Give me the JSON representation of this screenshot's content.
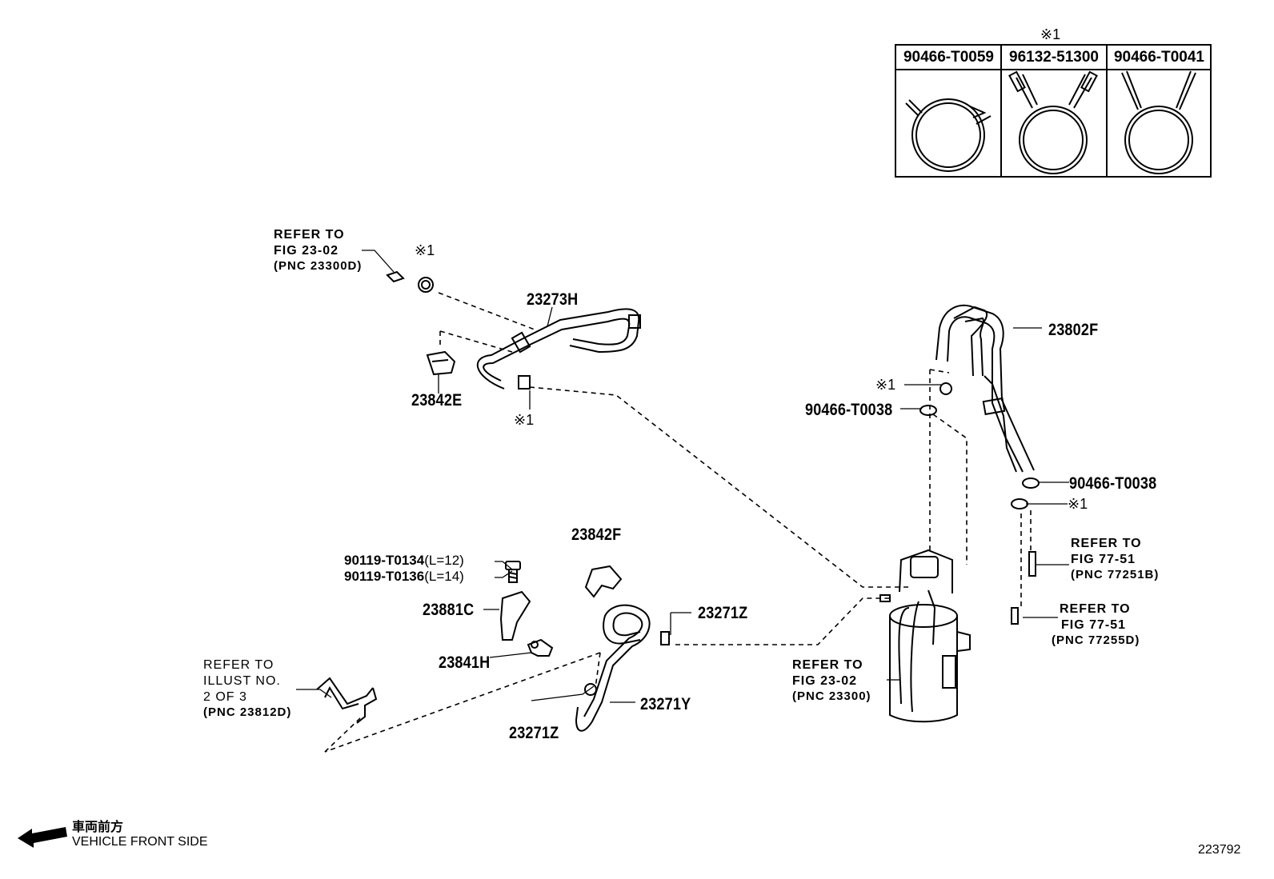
{
  "clamp_table": {
    "note": "※1",
    "columns": [
      {
        "part_no": "90466-T0059",
        "icon": "clamp-icon-spring-overlap"
      },
      {
        "part_no": "96132-51300",
        "icon": "clamp-icon-wire-handles"
      },
      {
        "part_no": "90466-T0041",
        "icon": "clamp-icon-wire-open"
      }
    ]
  },
  "labels": {
    "refer_23_02_pnc_23300d": {
      "l1": "REFER TO",
      "l2": "FIG 23-02",
      "l3": "(PNC 23300D)"
    },
    "mark_a": "※1",
    "p23273h": "23273H",
    "p23842e": "23842E",
    "mark_b": "※1",
    "p23802f": "23802F",
    "mark_c": "※1",
    "p90466_t0038_a": "90466-T0038",
    "p90466_t0038_b": "90466-T0038",
    "mark_d": "※1",
    "refer_77_51_b": {
      "l1": "REFER TO",
      "l2": "FIG 77-51",
      "l3": "(PNC 77251B)"
    },
    "refer_77_51_d": {
      "l1": "REFER TO",
      "l2": "FIG 77-51",
      "l3": "(PNC 77255D)"
    },
    "p23842f": "23842F",
    "bolt_a": {
      "pn": "90119-T0134",
      "len": "(L=12)"
    },
    "bolt_b": {
      "pn": "90119-T0136",
      "len": "(L=14)"
    },
    "p23881c": "23881C",
    "p23841h": "23841H",
    "p23271z_a": "23271Z",
    "p23271y": "23271Y",
    "p23271z_b": "23271Z",
    "refer_23_02_pnc_23300": {
      "l1": "REFER TO",
      "l2": "FIG 23-02",
      "l3": "(PNC 23300)"
    },
    "refer_illust": {
      "l1": "REFER TO",
      "l2": "ILLUST NO.",
      "l3": "2 OF 3",
      "l4": "(PNC 23812D)"
    }
  },
  "footer": {
    "direction_jp": "車両前方",
    "direction_en": "VEHICLE FRONT SIDE",
    "illustration_id": "223792"
  }
}
